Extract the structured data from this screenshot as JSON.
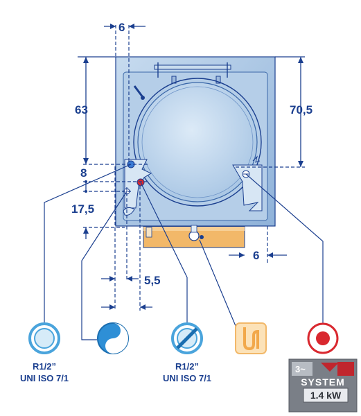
{
  "dimensions": {
    "top_width": "6",
    "left_height": "63",
    "right_height": "70,5",
    "offset_small": "8",
    "offset_mid": "17,5",
    "drain_offset": "6",
    "inlet_spacing_1": "5,5"
  },
  "connections": [
    {
      "icon": "cold-water-circle-icon",
      "label_line1": "R1/2”",
      "label_line2": "UNI ISO 7/1"
    },
    {
      "icon": "softened-water-icon",
      "label_line1": "",
      "label_line2": ""
    },
    {
      "icon": "drain-diameter-icon",
      "label_line1": "R1/2”",
      "label_line2": "UNI ISO 7/1"
    },
    {
      "icon": "drain-siphon-icon",
      "label_line1": "",
      "label_line2": ""
    },
    {
      "icon": "electrical-connection-icon",
      "label_line1": "",
      "label_line2": ""
    }
  ],
  "badge": {
    "top_text": "3~",
    "brand_text": "SYSTEM",
    "power_text": "1.4 kW"
  },
  "colors": {
    "line": "#1b3f8f",
    "body_fill": "#a9c5e3",
    "body_light": "#d7e6f4",
    "drain_panel": "#f2b869",
    "icon_blue": "#4aa4dc",
    "icon_orange": "#f7c37a",
    "icon_red": "#d9282f"
  }
}
